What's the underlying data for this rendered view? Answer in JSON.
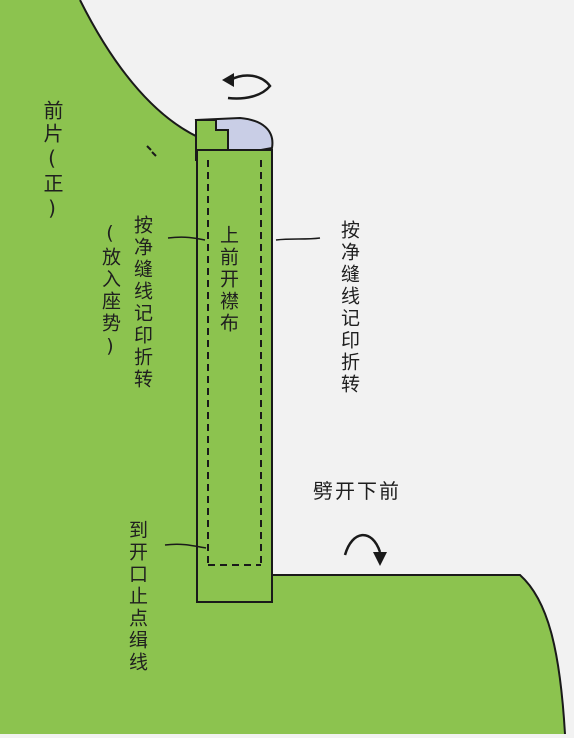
{
  "colors": {
    "background": "#f2f2f2",
    "fabric": "#8cc34f",
    "placket_inner": "#c9cee6",
    "outline": "#1a1a1a",
    "stitch": "#1a1a1a"
  },
  "labels": {
    "front_piece": "前片(正)",
    "press_fold_left": "按净缝线记印折转",
    "insert_note": "(放入座势)",
    "placket_name": "上前开襟布",
    "press_fold_right": "按净缝线记印折转",
    "cut_open": "劈开下前",
    "stitch_to": "到开口止点缉线"
  },
  "icons": {
    "top_arrow": "rotate-arrow-icon",
    "bottom_arrow": "fold-arrow-icon"
  }
}
